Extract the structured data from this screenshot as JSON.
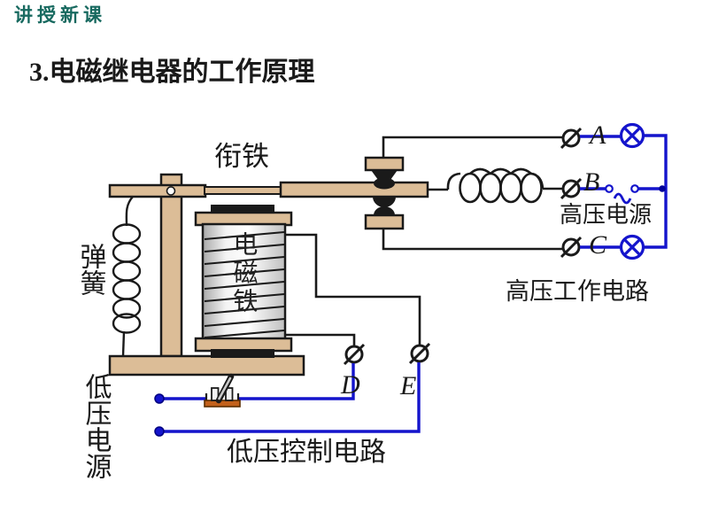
{
  "header": {
    "label": "讲授新课"
  },
  "title": {
    "text": "3.电磁继电器的工作原理"
  },
  "diagram": {
    "labels": {
      "armature": "衔铁",
      "spring": "弹簧",
      "electromagnet": "电磁铁",
      "low_voltage_source": "低压电源",
      "low_voltage_circuit": "低压控制电路",
      "high_voltage_source": "高压电源",
      "high_voltage_circuit": "高压工作电路"
    },
    "terminals": {
      "a": "A",
      "b": "B",
      "c": "C",
      "d": "D",
      "e": "E"
    },
    "icons": [
      "lamp-icon",
      "ac-source-icon",
      "terminal-icon",
      "knife-switch-icon",
      "inductor-icon",
      "spring-icon"
    ],
    "colors": {
      "header_text": "#17695f",
      "wire_black": "#1a1a1a",
      "wire_blue": "#1414cc",
      "metal_tan": "#dcbd97",
      "switch_base": "#c2601a",
      "background": "#ffffff"
    }
  }
}
